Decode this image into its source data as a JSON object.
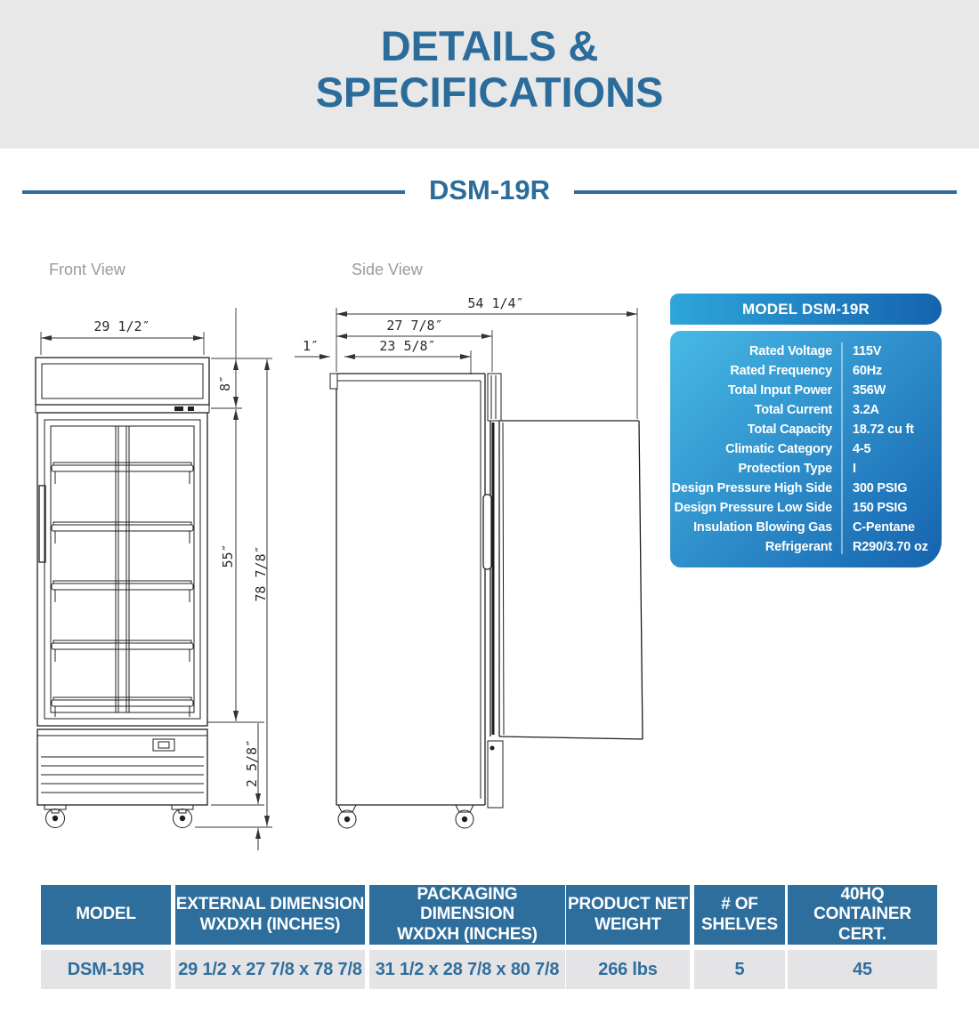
{
  "page": {
    "title_line1": "DETAILS &",
    "title_line2": "SPECIFICATIONS",
    "model_heading": "DSM-19R"
  },
  "diagrams": {
    "front_view_label": "Front View",
    "side_view_label": "Side View",
    "front_dims": {
      "width": "29 1/2″",
      "sign_height": "8″",
      "door_height": "55″",
      "total_height": "78 7/8″",
      "bottom_height": "2 5/8″"
    },
    "side_dims": {
      "total_depth": "54 1/4″",
      "cabinet_depth": "27 7/8″",
      "body_depth": "23 5/8″",
      "lip": "1″"
    }
  },
  "spec_panel": {
    "header": "MODEL DSM-19R",
    "rows": [
      {
        "label": "Rated Voltage",
        "value": "115V"
      },
      {
        "label": "Rated Frequency",
        "value": "60Hz"
      },
      {
        "label": "Total Input Power",
        "value": "356W"
      },
      {
        "label": "Total Current",
        "value": "3.2A"
      },
      {
        "label": "Total Capacity",
        "value": "18.72 cu ft"
      },
      {
        "label": "Climatic Category",
        "value": "4-5"
      },
      {
        "label": "Protection Type",
        "value": "I"
      },
      {
        "label": "Design Pressure High Side",
        "value": "300 PSIG"
      },
      {
        "label": "Design Pressure Low Side",
        "value": "150 PSIG"
      },
      {
        "label": "Insulation Blowing Gas",
        "value": "C-Pentane"
      },
      {
        "label": "Refrigerant",
        "value": "R290/3.70 oz"
      }
    ]
  },
  "table": {
    "headers": [
      "MODEL",
      "EXTERNAL DIMENSION\nWXDXH (INCHES)",
      "PACKAGING DIMENSION\nWXDXH (INCHES)",
      "PRODUCT NET\nWEIGHT",
      "# OF\nSHELVES",
      "40HQ\nCONTAINER CERT."
    ],
    "row": [
      "DSM-19R",
      "29 1/2 x 27 7/8 x 78 7/8",
      "31 1/2 x 28 7/8 x 80 7/8",
      "266 lbs",
      "5",
      "45"
    ]
  },
  "colors": {
    "accent": "#2b6c9b",
    "band_bg": "#e8e8e8",
    "drawing_stroke": "#1f1f1f",
    "dim_color": "#333333",
    "gray_label": "#9b9b9b",
    "panel_grad_start": "#47b9e6",
    "panel_grad_end": "#1563ae",
    "header_grad_start": "#2ea6da",
    "table_header_bg": "#2e6e9d",
    "table_row_bg": "#e4e4e6"
  }
}
